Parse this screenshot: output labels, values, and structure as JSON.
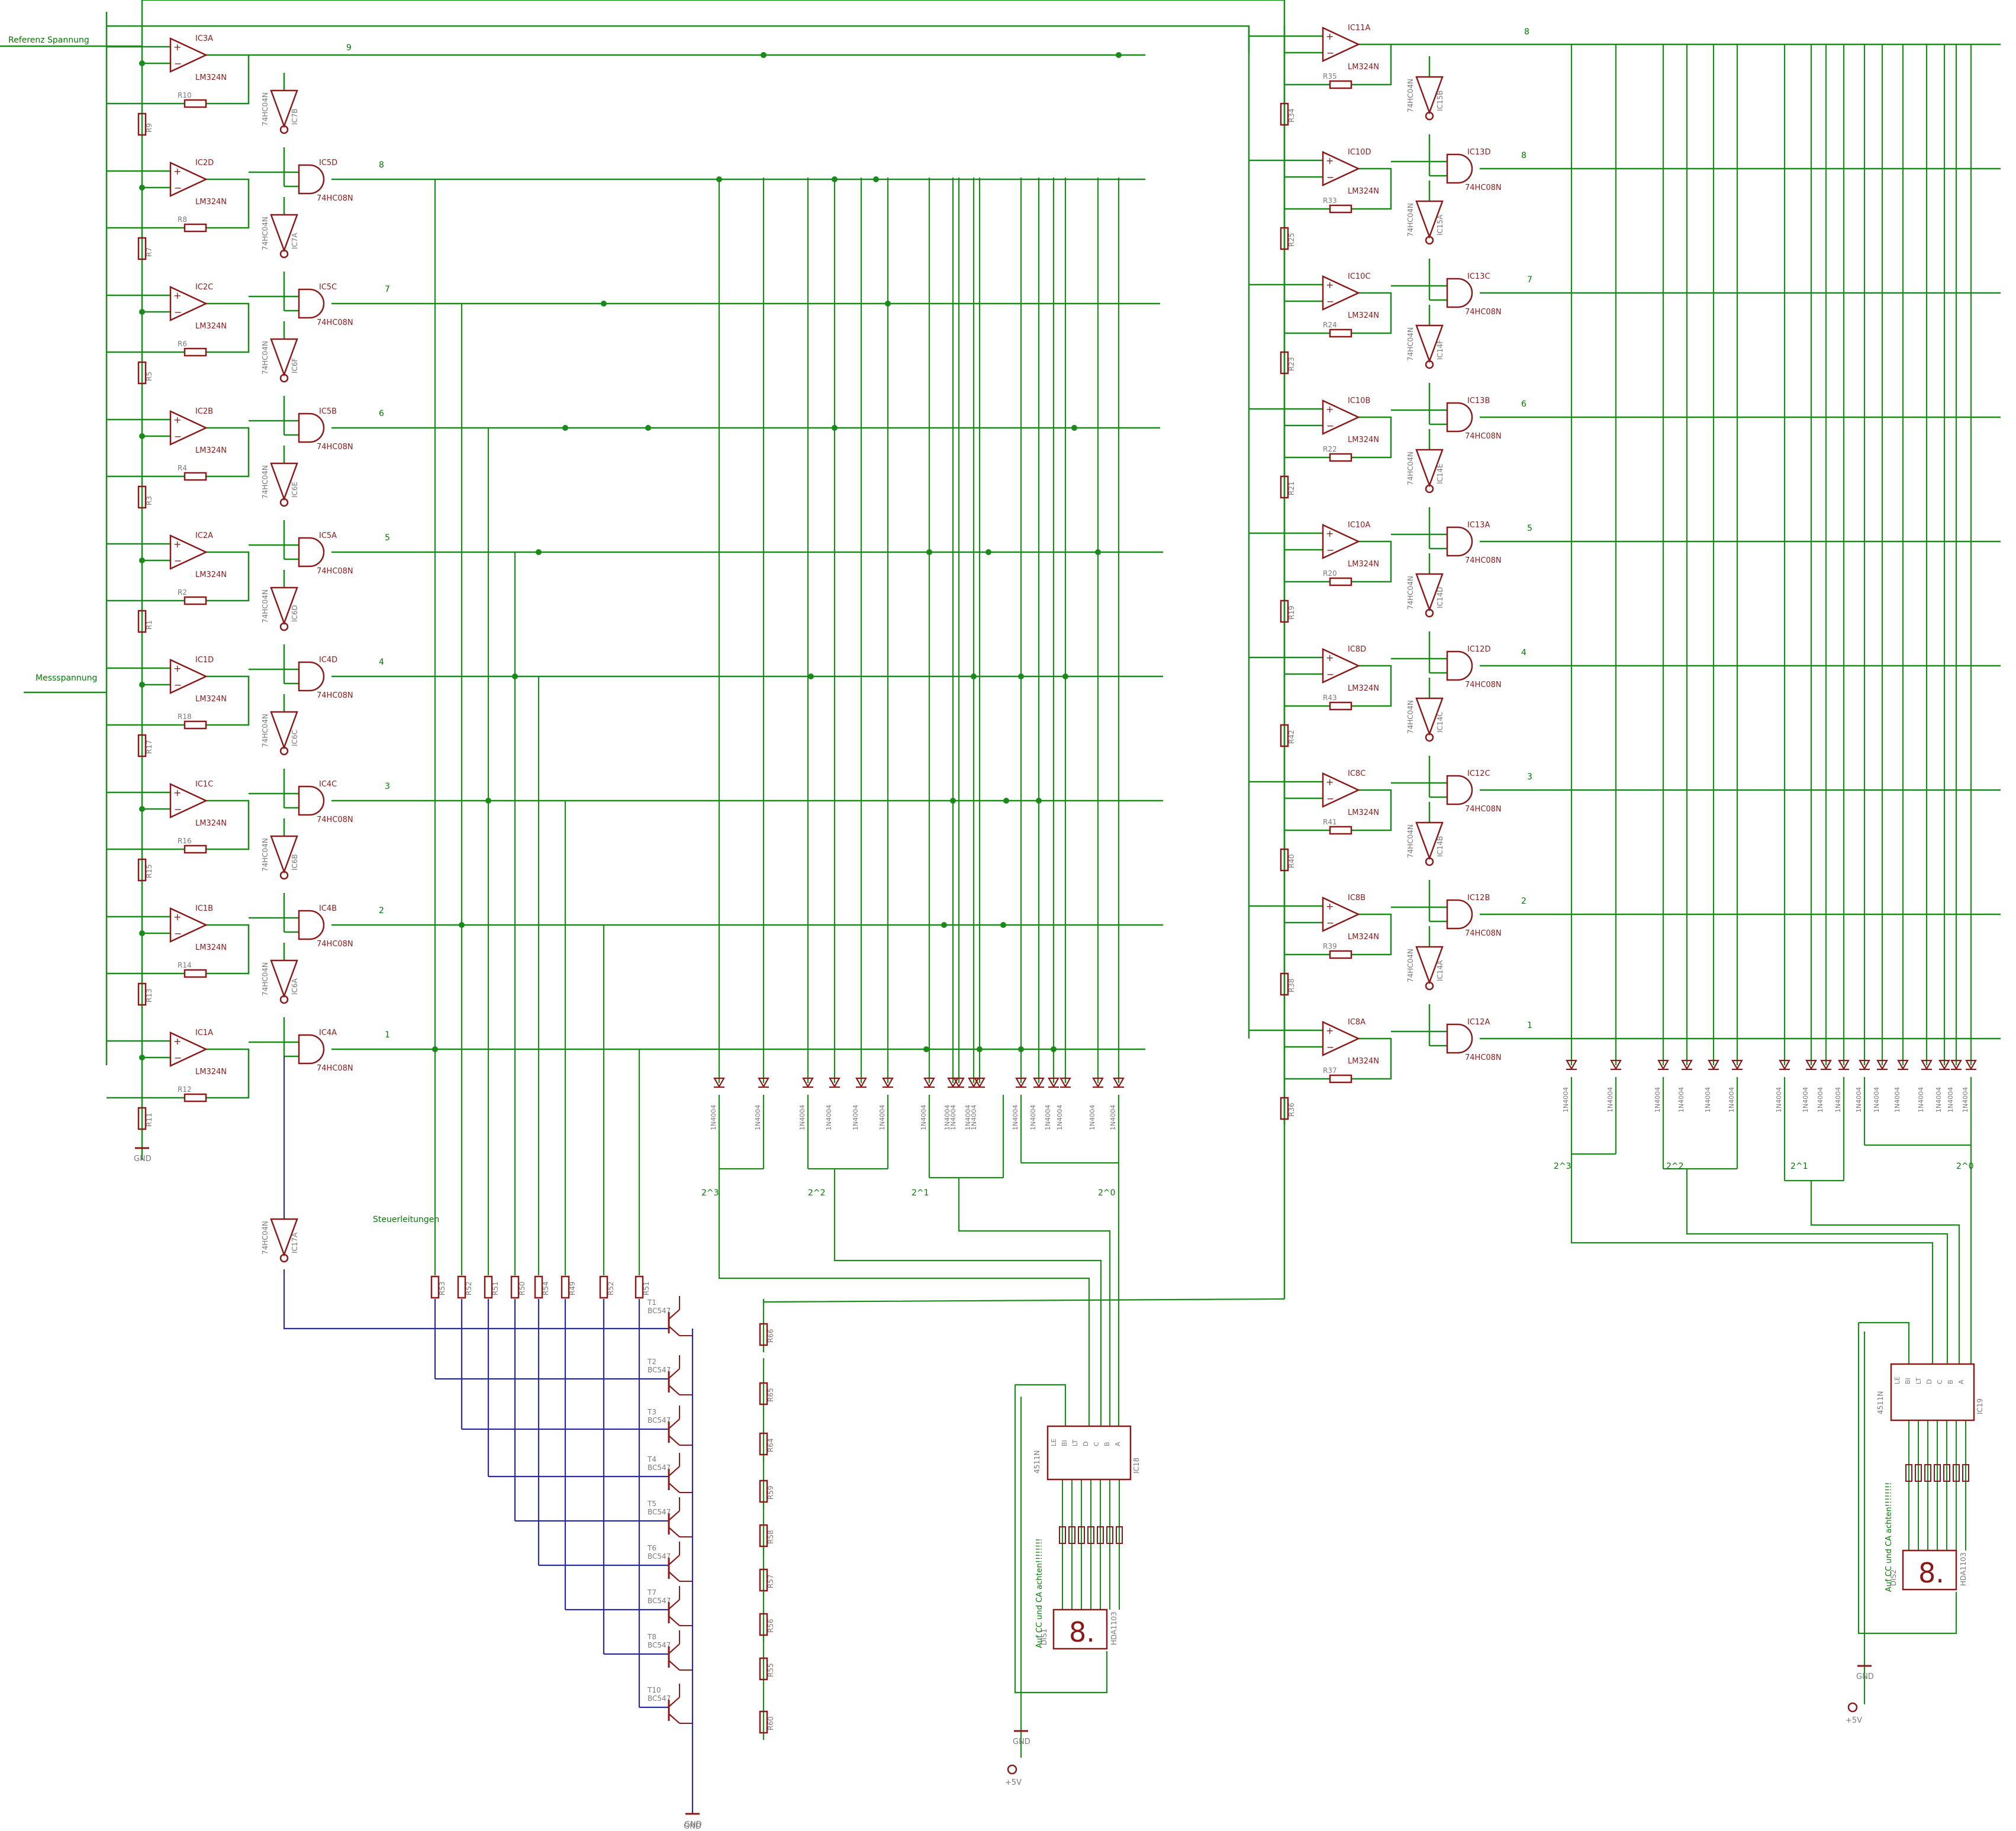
{
  "input_labels": {
    "reference": "Referenz Spannung",
    "measure": "Messspannung",
    "control": "Steuerleitungen",
    "gnd": "GND",
    "vcc": "+5V"
  },
  "part_types": {
    "opamp": "LM324N",
    "and_gate": "74HC08N",
    "inverter": "74HC04N",
    "diode": "1N4004",
    "transistor": "BC547",
    "decoder": "4511N",
    "display": "HDA1103"
  },
  "left_opamps": [
    "IC3A",
    "IC2D",
    "IC2C",
    "IC2B",
    "IC2A",
    "IC1D",
    "IC1C",
    "IC1B",
    "IC1A"
  ],
  "left_gates": [
    "IC5D",
    "IC5C",
    "IC5B",
    "IC5A",
    "IC4D",
    "IC4C",
    "IC4B",
    "IC4A"
  ],
  "left_inverters": [
    "IC7B",
    "IC7A",
    "IC6F",
    "IC6E",
    "IC6D",
    "IC6C",
    "IC6B",
    "IC6A"
  ],
  "left_feedback_res": [
    "R10",
    "R8",
    "R6",
    "R4",
    "R2",
    "R18",
    "R16",
    "R14",
    "R12"
  ],
  "left_ladder_res": [
    "R9",
    "R7",
    "R5",
    "R3",
    "R1",
    "R17",
    "R15",
    "R13",
    "R11"
  ],
  "left_line_numbers": [
    "9",
    "8",
    "7",
    "6",
    "5",
    "4",
    "3",
    "2",
    "1"
  ],
  "right_opamps": [
    "IC11A",
    "IC10D",
    "IC10C",
    "IC10B",
    "IC10A",
    "IC8D",
    "IC8C",
    "IC8B",
    "IC8A"
  ],
  "right_gates": [
    "IC13D",
    "IC13C",
    "IC13B",
    "IC13A",
    "IC12D",
    "IC12C",
    "IC12B",
    "IC12A"
  ],
  "right_inverters": [
    "IC15B",
    "IC15A",
    "IC14F",
    "IC14E",
    "IC14D",
    "IC14C",
    "IC14B",
    "IC14A"
  ],
  "right_feedback_res": [
    "R35",
    "R33",
    "R24",
    "R22",
    "R20",
    "R43",
    "R41",
    "R39",
    "R37"
  ],
  "right_ladder_res": [
    "R34",
    "R25",
    "R23",
    "R21",
    "R19",
    "R42",
    "R40",
    "R38",
    "R36"
  ],
  "right_line_numbers": [
    "8",
    "8",
    "7",
    "6",
    "5",
    "4",
    "3",
    "2",
    "1"
  ],
  "binary_weights": [
    "2^3",
    "2^2",
    "2^1",
    "2^0"
  ],
  "transistors": [
    "T1",
    "T2",
    "T3",
    "T4",
    "T5",
    "T6",
    "T7",
    "T8",
    "T10"
  ],
  "base_resistors": [
    "R53",
    "R52",
    "R51",
    "R50",
    "R54",
    "R49",
    "R52",
    "R51"
  ],
  "collector_resistors": [
    "R66",
    "R65",
    "R64",
    "R59",
    "R58",
    "R57",
    "R56",
    "R55",
    "R60"
  ],
  "extra_inverter": "IC17A",
  "decoders": [
    "IC18",
    "IC19"
  ],
  "decoder_pins": [
    "LE",
    "BI",
    "LT",
    "D",
    "C",
    "B",
    "A"
  ],
  "displays": [
    "DIS1",
    "DIS2"
  ],
  "display_digit": "8.",
  "warning": "Auf CC und CA achten!!!!!!!!"
}
